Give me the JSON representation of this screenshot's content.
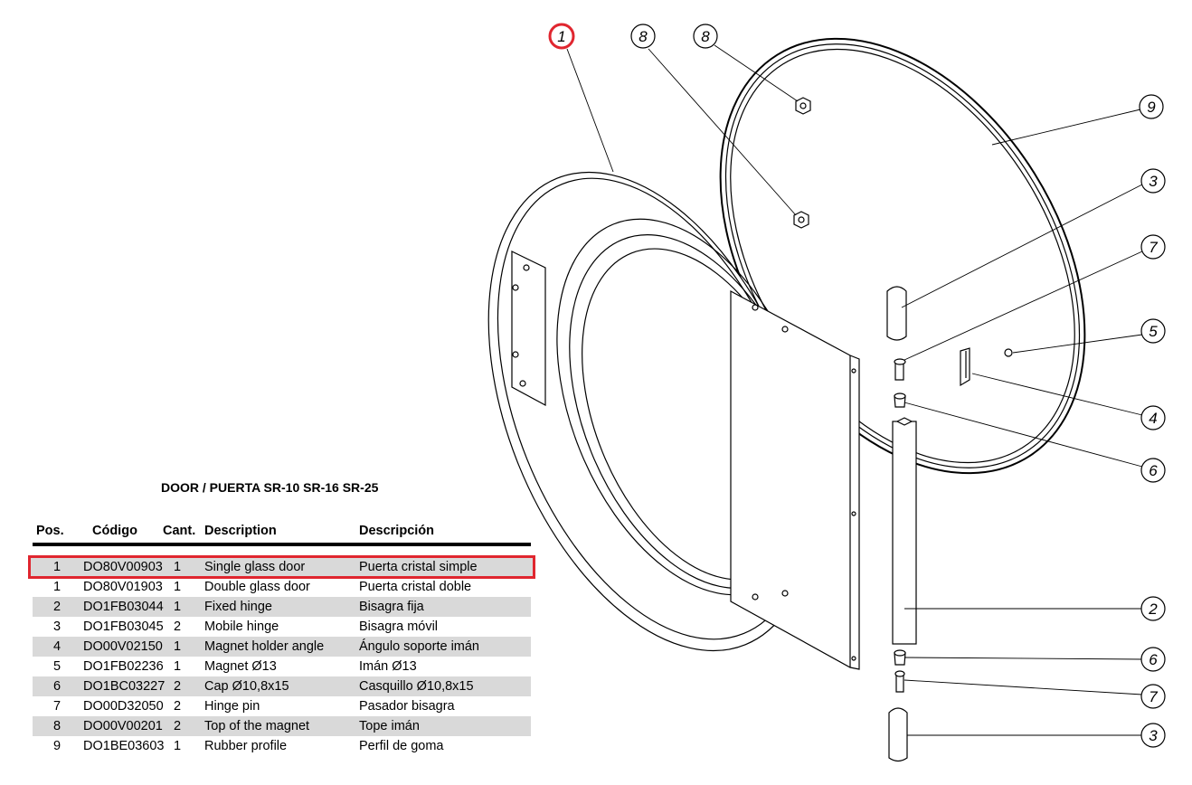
{
  "title": "DOOR / PUERTA SR-10 SR-16 SR-25",
  "table": {
    "headers": [
      "Pos.",
      "Código",
      "Cant.",
      "Description",
      "Descripción"
    ],
    "rows": [
      {
        "pos": "1",
        "code": "DO80V00903",
        "qty": "1",
        "desc_en": "Single glass door",
        "desc_es": "Puerta cristal simple"
      },
      {
        "pos": "1",
        "code": "DO80V01903",
        "qty": "1",
        "desc_en": "Double glass door",
        "desc_es": "Puerta cristal doble"
      },
      {
        "pos": "2",
        "code": "DO1FB03044",
        "qty": "1",
        "desc_en": "Fixed hinge",
        "desc_es": "Bisagra fija"
      },
      {
        "pos": "3",
        "code": "DO1FB03045",
        "qty": "2",
        "desc_en": "Mobile hinge",
        "desc_es": "Bisagra móvil"
      },
      {
        "pos": "4",
        "code": "DO00V02150",
        "qty": "1",
        "desc_en": "Magnet holder angle",
        "desc_es": "Ángulo soporte imán"
      },
      {
        "pos": "5",
        "code": "DO1FB02236",
        "qty": "1",
        "desc_en": "Magnet Ø13",
        "desc_es": "Imán  Ø13"
      },
      {
        "pos": "6",
        "code": "DO1BC03227",
        "qty": "2",
        "desc_en": "Cap Ø10,8x15",
        "desc_es": "Casquillo Ø10,8x15"
      },
      {
        "pos": "7",
        "code": "DO00D32050",
        "qty": "2",
        "desc_en": "Hinge pin",
        "desc_es": "Pasador bisagra"
      },
      {
        "pos": "8",
        "code": "DO00V00201",
        "qty": "2",
        "desc_en": "Top of the magnet",
        "desc_es": "Tope imán"
      },
      {
        "pos": "9",
        "code": "DO1BE03603",
        "qty": "1",
        "desc_en": "Rubber profile",
        "desc_es": "Perfil de goma"
      }
    ]
  },
  "callouts": [
    "1",
    "8",
    "8",
    "9",
    "3",
    "7",
    "5",
    "4",
    "6",
    "2",
    "6",
    "7",
    "3"
  ],
  "colors": {
    "highlight": "#e0262f",
    "row_gray": "#d9d9d9"
  }
}
